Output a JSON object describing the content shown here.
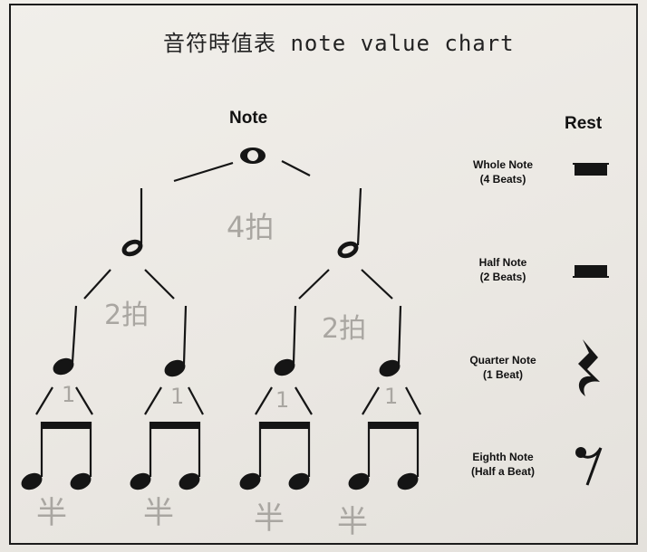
{
  "title": "音符時值表 note value chart",
  "headers": {
    "note": "Note",
    "rest": "Rest"
  },
  "rows": [
    {
      "name": "Whole Note",
      "beats": "(4 Beats)"
    },
    {
      "name": "Half Note",
      "beats": "(2 Beats)"
    },
    {
      "name": "Quarter Note",
      "beats": "(1 Beat)"
    },
    {
      "name": "Eighth Note",
      "beats": "(Half a Beat)"
    }
  ],
  "handwriting": {
    "four": "4拍",
    "two": "2拍",
    "one": "1",
    "half": "半"
  },
  "colors": {
    "ink": "#151515",
    "pencil": "#a9a6a1",
    "paper": "#ece9e4"
  }
}
